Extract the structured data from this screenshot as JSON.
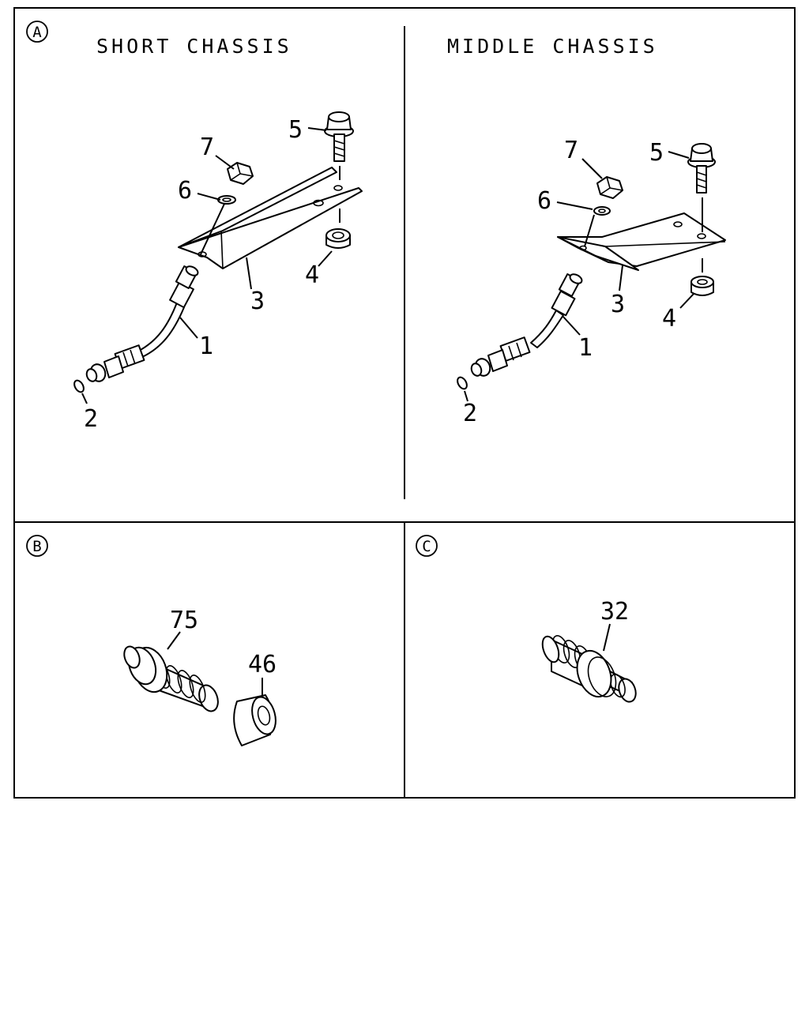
{
  "panels": {
    "a": {
      "letter": "A",
      "left_title": "SHORT CHASSIS",
      "right_title": "MIDDLE CHASSIS",
      "callouts": {
        "c1": "1",
        "c2": "2",
        "c3": "3",
        "c4": "4",
        "c5": "5",
        "c6": "6",
        "c7": "7"
      }
    },
    "b": {
      "letter": "B",
      "callouts": {
        "c75": "75",
        "c46": "46"
      }
    },
    "c": {
      "letter": "C",
      "callouts": {
        "c32": "32"
      }
    }
  }
}
